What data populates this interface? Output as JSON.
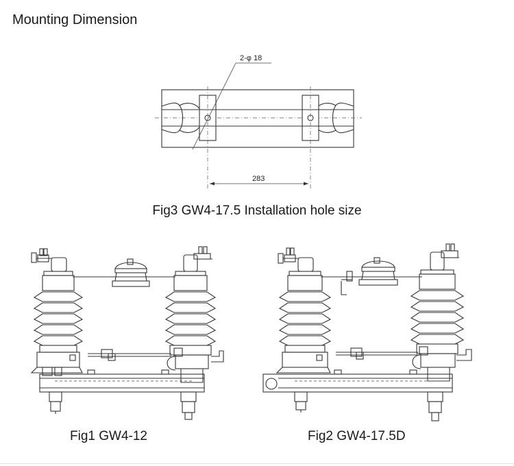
{
  "page": {
    "title": "Mounting Dimension"
  },
  "fig3": {
    "caption": "Fig3  GW4-17.5 Installation hole size",
    "hole_label": "2-φ 18",
    "spacing_label": "283"
  },
  "fig1": {
    "caption": "Fig1 GW4-12"
  },
  "fig2": {
    "caption": "Fig2 GW4-17.5D"
  }
}
